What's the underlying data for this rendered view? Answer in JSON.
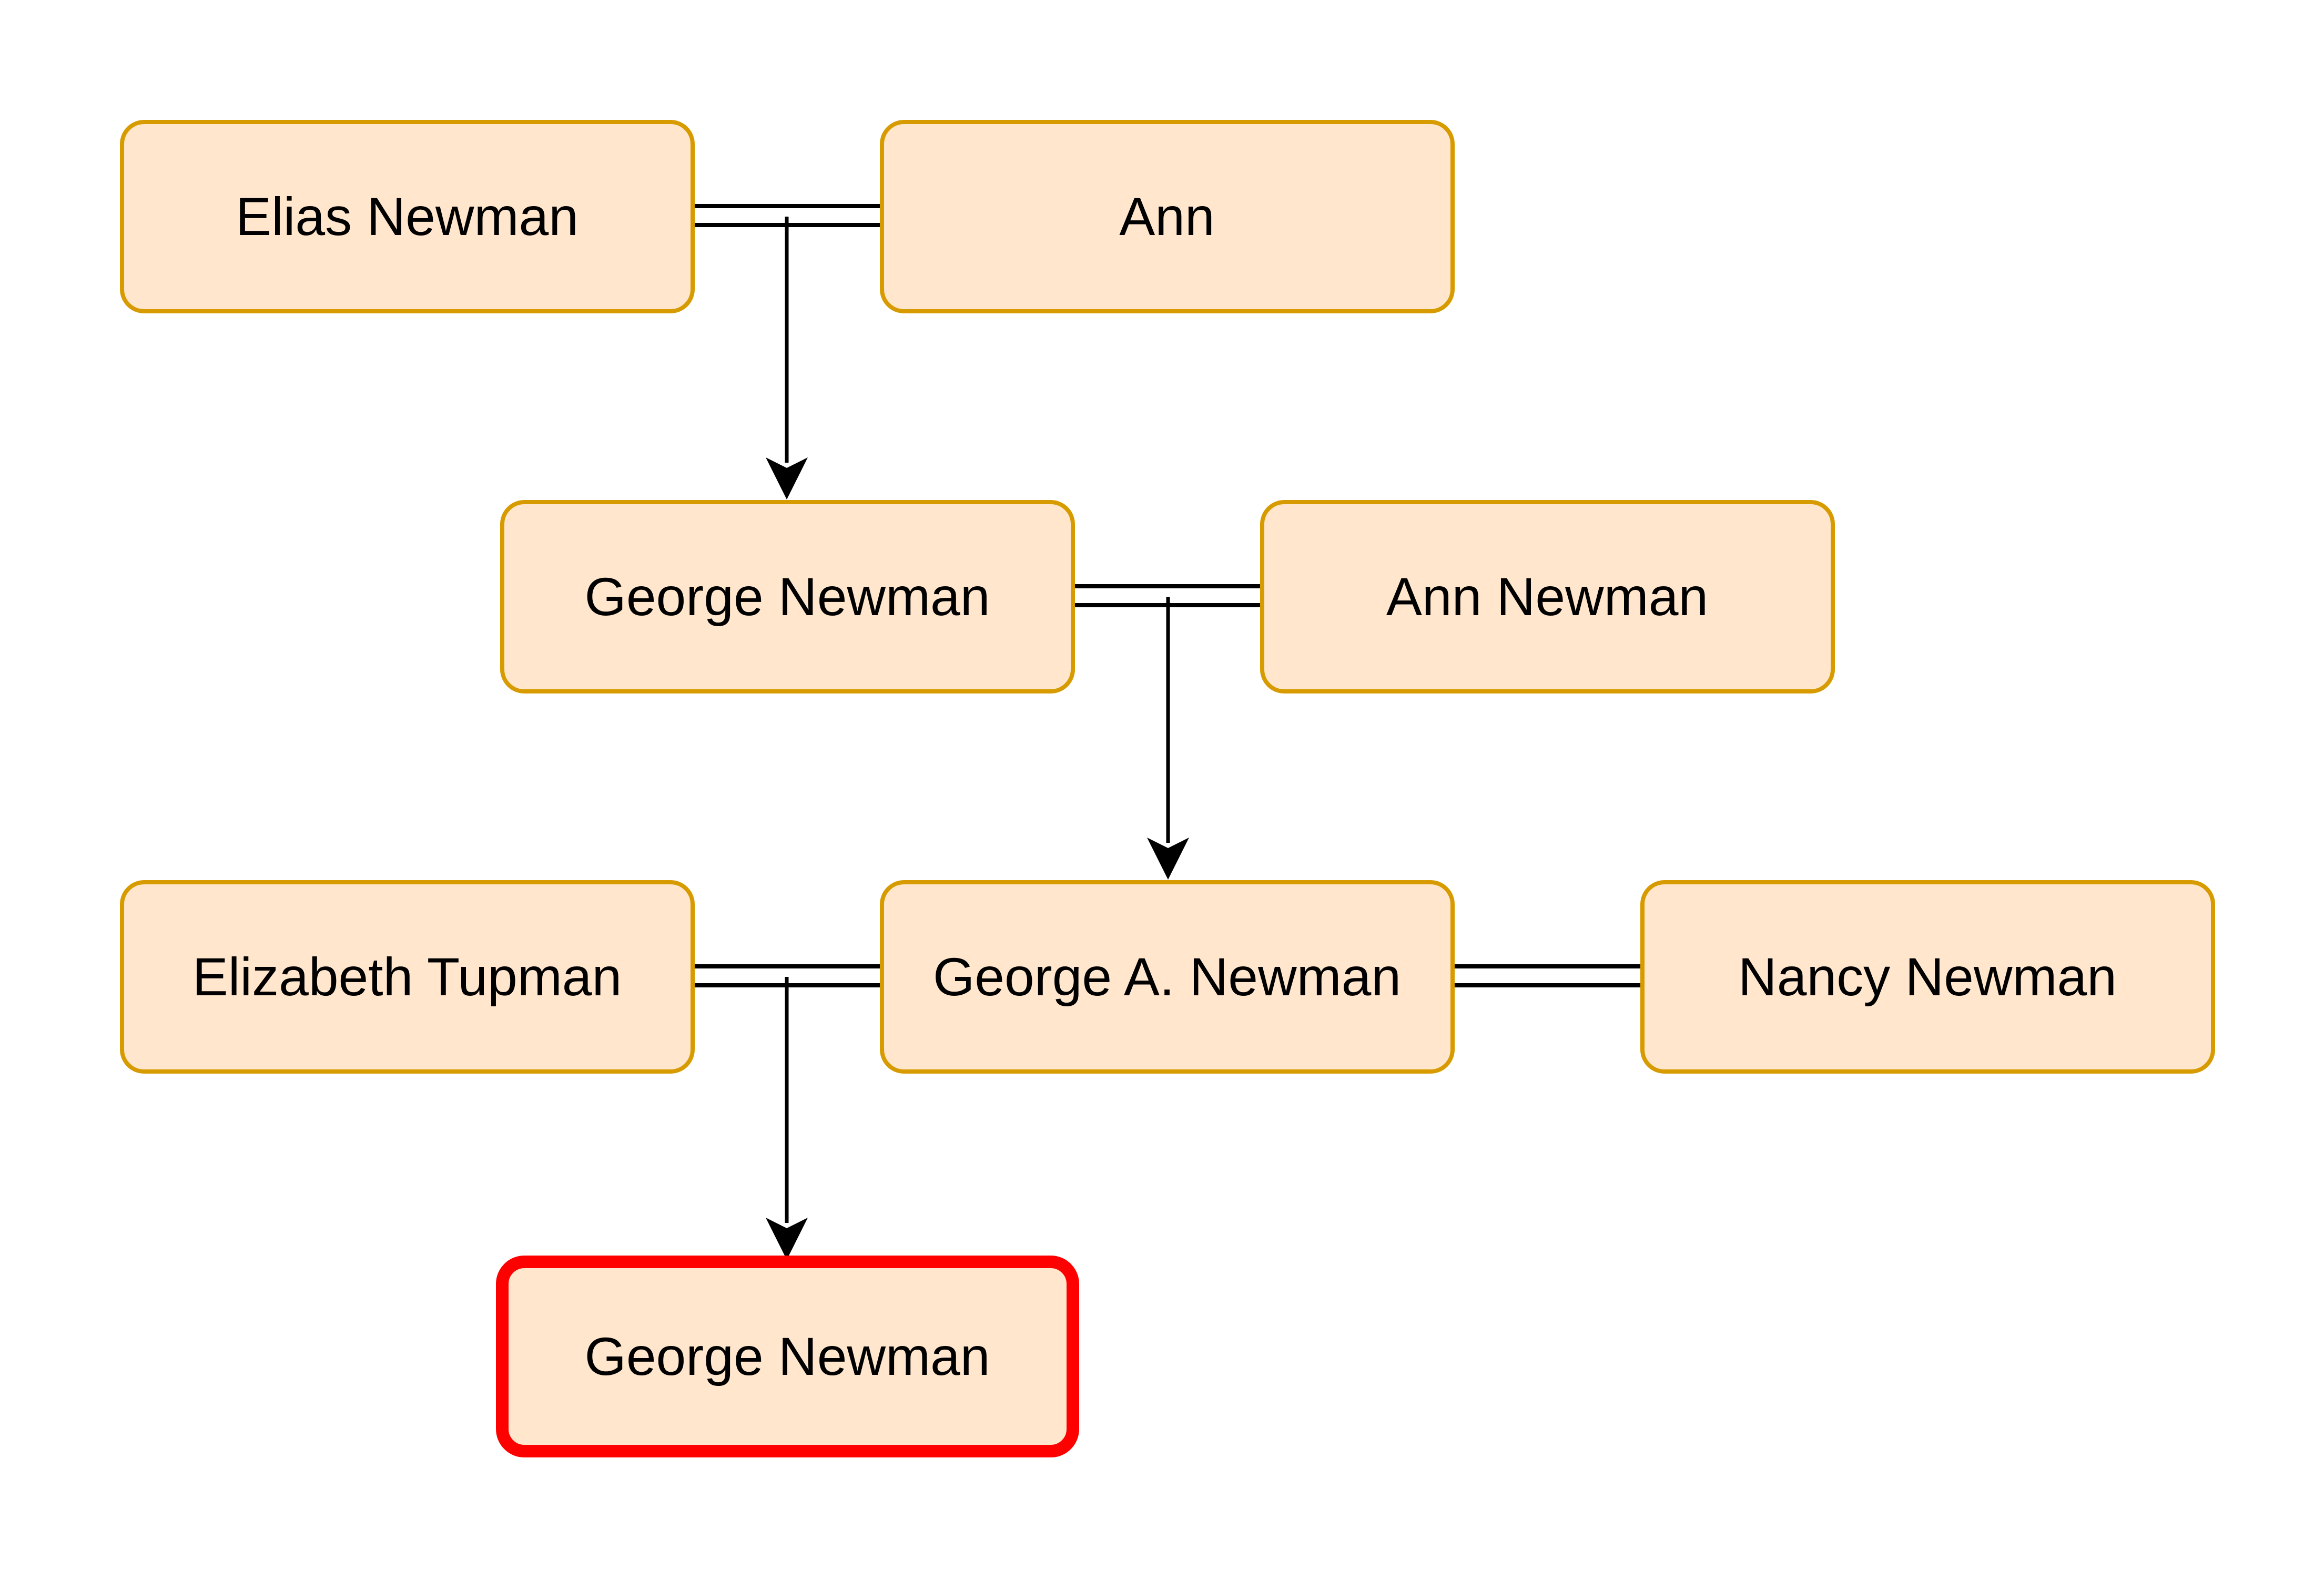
{
  "people": {
    "elias_newman": "Elias Newman",
    "ann": "Ann",
    "george_newman_1": "George Newman",
    "ann_newman": "Ann Newman",
    "elizabeth_tupman": "Elizabeth Tupman",
    "george_a_newman": "George A. Newman",
    "nancy_newman": "Nancy Newman",
    "george_newman_2": "George Newman"
  },
  "colors": {
    "node_fill": "#ffe6cc",
    "node_border": "#d79b00",
    "highlight_border": "#ff0000",
    "line": "#000000"
  },
  "relationships": [
    {
      "type": "marriage",
      "a": "elias_newman",
      "b": "ann"
    },
    {
      "type": "marriage",
      "a": "george_newman_1",
      "b": "ann_newman"
    },
    {
      "type": "marriage",
      "a": "elizabeth_tupman",
      "b": "george_a_newman"
    },
    {
      "type": "marriage",
      "a": "george_a_newman",
      "b": "nancy_newman"
    },
    {
      "type": "child",
      "parents": [
        "elias_newman",
        "ann"
      ],
      "child": "george_newman_1"
    },
    {
      "type": "child",
      "parents": [
        "george_newman_1",
        "ann_newman"
      ],
      "child": "george_a_newman"
    },
    {
      "type": "child",
      "parents": [
        "elizabeth_tupman",
        "george_a_newman"
      ],
      "child": "george_newman_2"
    }
  ],
  "highlighted_person": "george_newman_2"
}
